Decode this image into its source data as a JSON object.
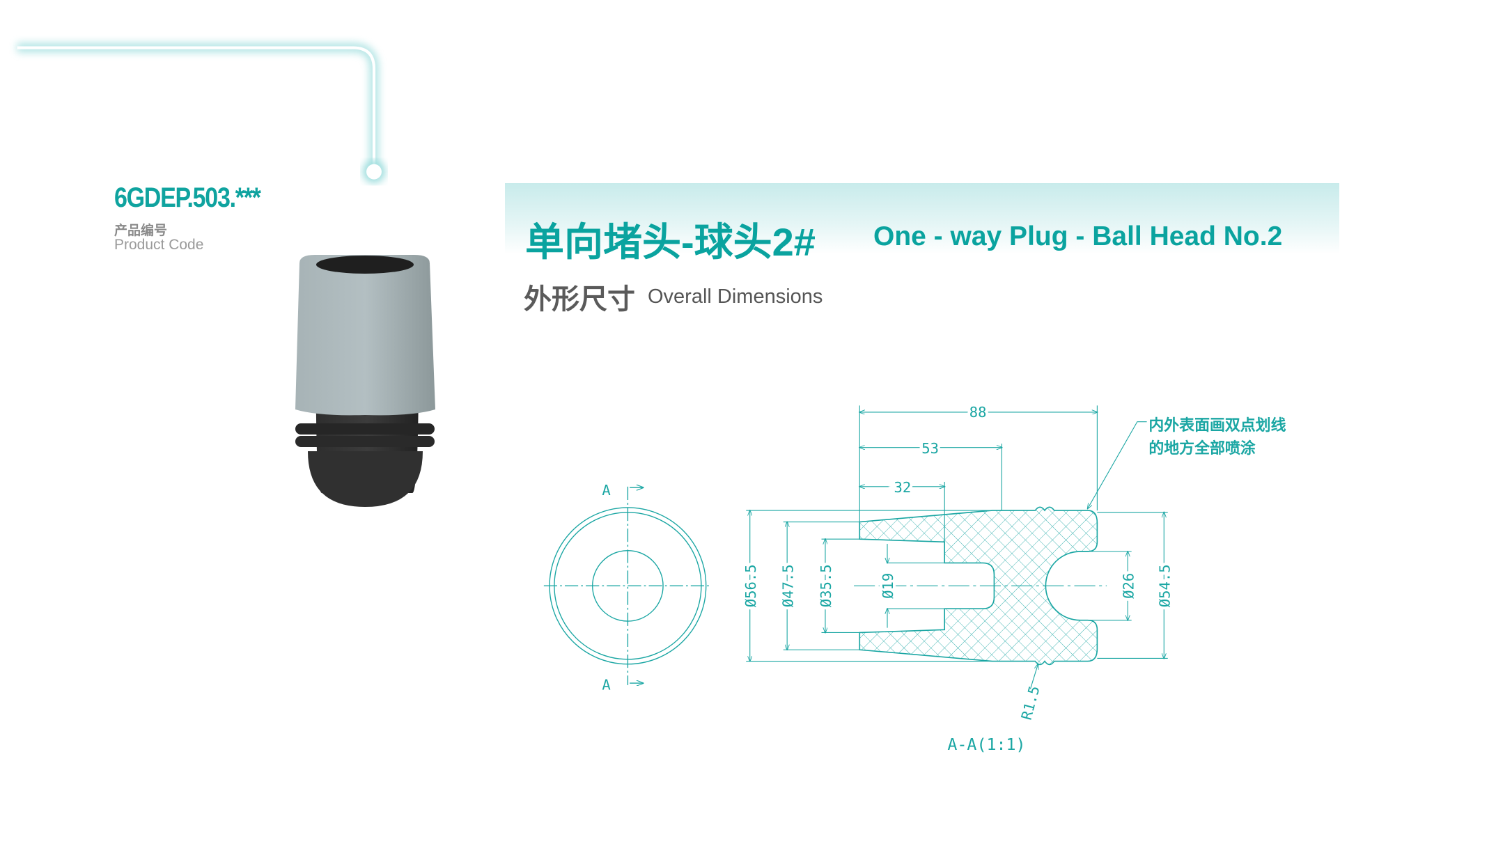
{
  "product": {
    "code": "6GDEP.503.***",
    "code_label_cn": "产品编号",
    "code_label_en": "Product Code"
  },
  "header": {
    "title_cn": "单向堵头-球头2#",
    "title_en": "One - way Plug - Ball Head No.2",
    "subtitle_cn": "外形尺寸",
    "subtitle_en": "Overall Dimensions"
  },
  "drawing": {
    "section_label": "A",
    "section_title": "A-A(1:1)",
    "dims": {
      "length_total": "88",
      "length_mid": "53",
      "length_short": "32",
      "d_outer_max": "Ø56.5",
      "d_face": "Ø47.5",
      "d_cavity": "Ø35.5",
      "d_bore": "Ø19",
      "d_ball": "Ø26",
      "d_end": "Ø54.5",
      "radius": "R1.5"
    },
    "note_line1": "内外表面画双点划线",
    "note_line2": "的地方全部喷涂"
  },
  "colors": {
    "accent": "#0aa39f",
    "line": "#1aa6a3",
    "gray_text": "#5a5a5a"
  }
}
